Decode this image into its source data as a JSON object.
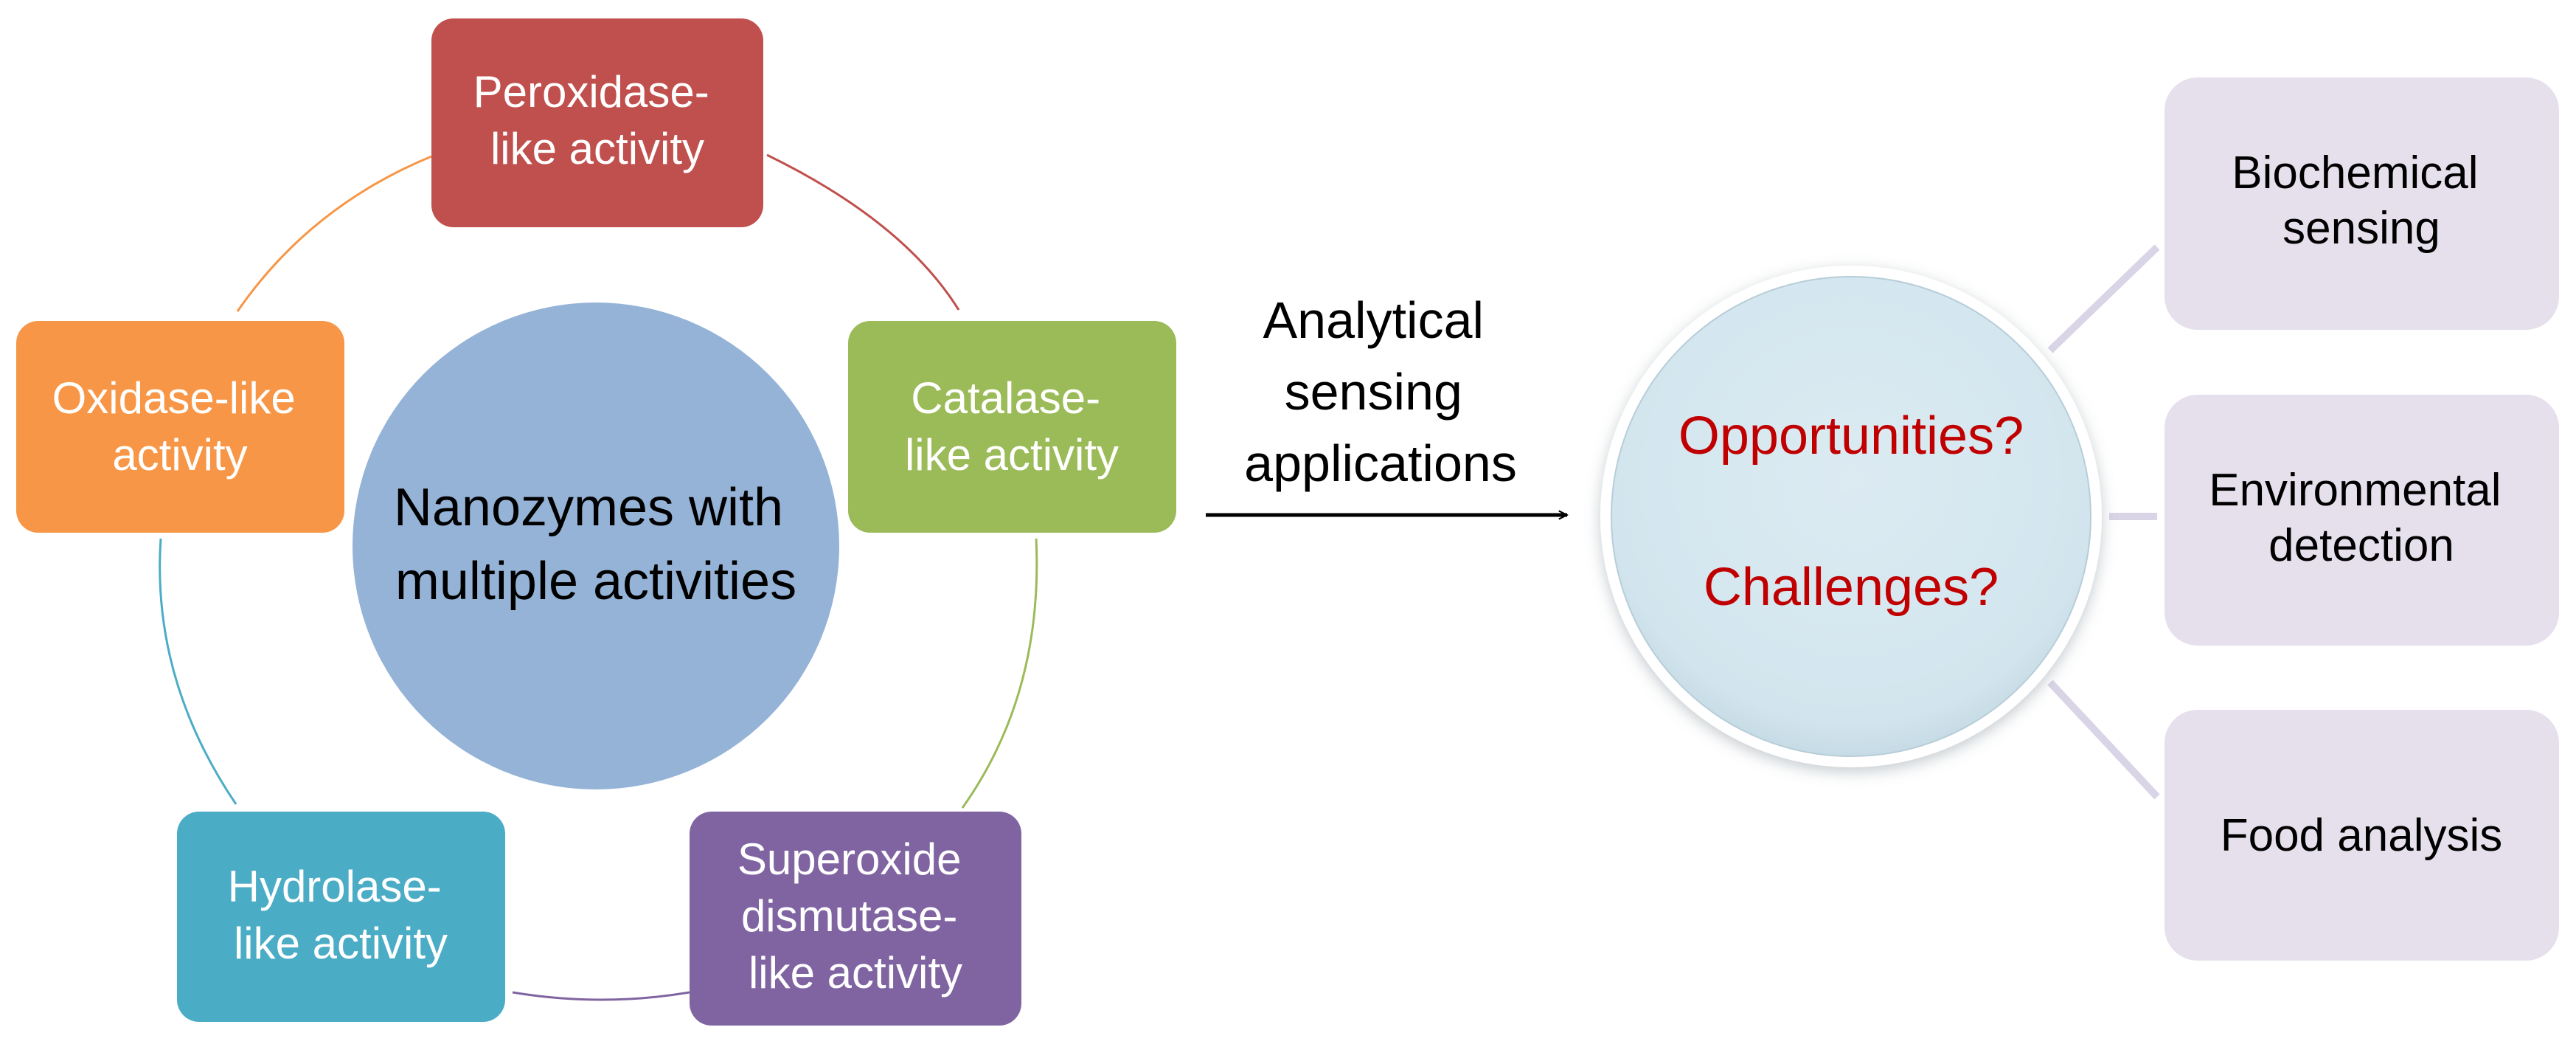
{
  "center": {
    "lines": [
      "Nanozymes with",
      "multiple activities"
    ]
  },
  "activities": [
    {
      "id": "peroxidase",
      "lines": [
        "Peroxidase-",
        "like activity"
      ],
      "color": "#C0504D"
    },
    {
      "id": "catalase",
      "lines": [
        "Catalase-",
        "like activity"
      ],
      "color": "#9BBB59"
    },
    {
      "id": "superoxide-dismutase",
      "lines": [
        "Superoxide",
        "dismutase-",
        "like activity"
      ],
      "color": "#8064A2"
    },
    {
      "id": "hydrolase",
      "lines": [
        "Hydrolase-",
        "like activity"
      ],
      "color": "#4BACC6"
    },
    {
      "id": "oxidase",
      "lines": [
        "Oxidase-like",
        "activity"
      ],
      "color": "#F79646"
    }
  ],
  "arrow": {
    "lines": [
      "Analytical",
      "sensing",
      "applications"
    ]
  },
  "hub": {
    "lines": [
      "Opportunities?",
      "Challenges?"
    ],
    "text_color": "#C00000",
    "fill": "#D5E7EF"
  },
  "applications": [
    {
      "id": "biochemical-sensing",
      "lines": [
        "Biochemical",
        "sensing"
      ]
    },
    {
      "id": "environmental-detection",
      "lines": [
        "Environmental",
        "detection"
      ]
    },
    {
      "id": "food-analysis",
      "lines": [
        "Food analysis"
      ]
    }
  ],
  "colors": {
    "center_circle": "#95B3D7",
    "application_box": "#E5E0EC",
    "connector": "#D9D4E6"
  }
}
